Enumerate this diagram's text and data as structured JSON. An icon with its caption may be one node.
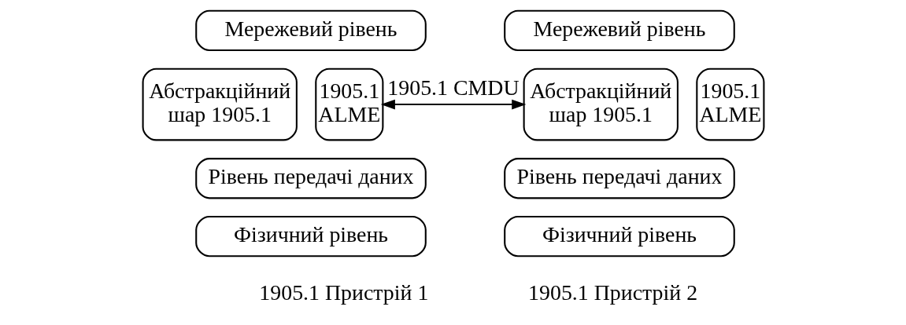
{
  "diagram": {
    "nodes": [
      {
        "text": [
          "Мережевий рівень"
        ]
      },
      {
        "text": [
          "Абстракційний шар 1905.1"
        ]
      },
      {
        "text": [
          "1905.1 ALME"
        ]
      },
      {
        "text": [
          "Рівень передачі даних"
        ]
      },
      {
        "text": [
          "Фізичний рівень"
        ]
      },
      {
        "text": [
          "Мережевий рівень"
        ]
      },
      {
        "text": [
          "Абстракційний шар 1905.1"
        ]
      },
      {
        "text": [
          "1905.1 ALME"
        ]
      },
      {
        "text": [
          "Рівень передачі даних"
        ]
      },
      {
        "text": [
          "Фізичний рівень"
        ]
      }
    ],
    "edges": [
      {
        "from": 2,
        "to": 6,
        "arrow": "both",
        "label": "1905.1 CMDU"
      }
    ],
    "labels": [
      "1905.1 Пристрій 1",
      "1905.1 Пристрій 2"
    ]
  }
}
